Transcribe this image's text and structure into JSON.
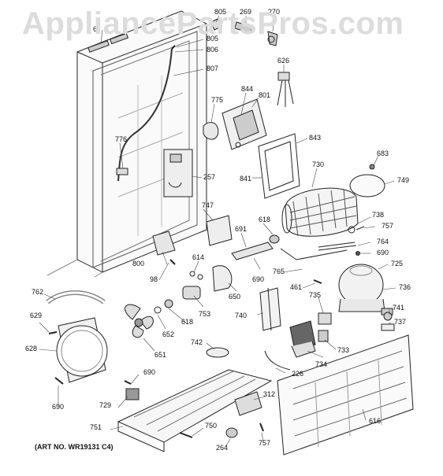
{
  "watermark": "AppliancePartsPros.com",
  "art_number": "(ART NO. WR19131 C4)",
  "callouts": [
    {
      "id": "c805a",
      "label": "805"
    },
    {
      "id": "c269",
      "label": "269"
    },
    {
      "id": "c270",
      "label": "270"
    },
    {
      "id": "c6",
      "label": "6"
    },
    {
      "id": "c805b",
      "label": "805"
    },
    {
      "id": "c806",
      "label": "806"
    },
    {
      "id": "c807",
      "label": "807"
    },
    {
      "id": "c626",
      "label": "626"
    },
    {
      "id": "c844",
      "label": "844"
    },
    {
      "id": "c801",
      "label": "801"
    },
    {
      "id": "c775",
      "label": "775"
    },
    {
      "id": "c776",
      "label": "776"
    },
    {
      "id": "c843",
      "label": "843"
    },
    {
      "id": "c683",
      "label": "683"
    },
    {
      "id": "c730",
      "label": "730"
    },
    {
      "id": "c841",
      "label": "841"
    },
    {
      "id": "c749",
      "label": "749"
    },
    {
      "id": "c257",
      "label": "257"
    },
    {
      "id": "c747",
      "label": "747"
    },
    {
      "id": "c618a",
      "label": "618"
    },
    {
      "id": "c738",
      "label": "738"
    },
    {
      "id": "c757a",
      "label": "757"
    },
    {
      "id": "c691",
      "label": "691"
    },
    {
      "id": "c764",
      "label": "764"
    },
    {
      "id": "c690a",
      "label": "690"
    },
    {
      "id": "c800",
      "label": "800"
    },
    {
      "id": "c614",
      "label": "614"
    },
    {
      "id": "c725",
      "label": "725"
    },
    {
      "id": "c765",
      "label": "765"
    },
    {
      "id": "c690b",
      "label": "690"
    },
    {
      "id": "c98",
      "label": "98"
    },
    {
      "id": "c461",
      "label": "461"
    },
    {
      "id": "c736",
      "label": "736"
    },
    {
      "id": "c762",
      "label": "762"
    },
    {
      "id": "c650",
      "label": "650"
    },
    {
      "id": "c735",
      "label": "735"
    },
    {
      "id": "c753",
      "label": "753"
    },
    {
      "id": "c741",
      "label": "741"
    },
    {
      "id": "c629",
      "label": "629"
    },
    {
      "id": "c618b",
      "label": "618"
    },
    {
      "id": "c740",
      "label": "740"
    },
    {
      "id": "c737",
      "label": "737"
    },
    {
      "id": "c652",
      "label": "652"
    },
    {
      "id": "c628",
      "label": "628"
    },
    {
      "id": "c651",
      "label": "651"
    },
    {
      "id": "c742",
      "label": "742"
    },
    {
      "id": "c733",
      "label": "733"
    },
    {
      "id": "c734",
      "label": "734"
    },
    {
      "id": "c690c",
      "label": "690"
    },
    {
      "id": "c226",
      "label": "226"
    },
    {
      "id": "c729",
      "label": "729"
    },
    {
      "id": "c312",
      "label": "312"
    },
    {
      "id": "c616",
      "label": "616"
    },
    {
      "id": "c690d",
      "label": "690"
    },
    {
      "id": "c751",
      "label": "751"
    },
    {
      "id": "c750",
      "label": "750"
    },
    {
      "id": "c264",
      "label": "264"
    },
    {
      "id": "c757b",
      "label": "757"
    }
  ]
}
